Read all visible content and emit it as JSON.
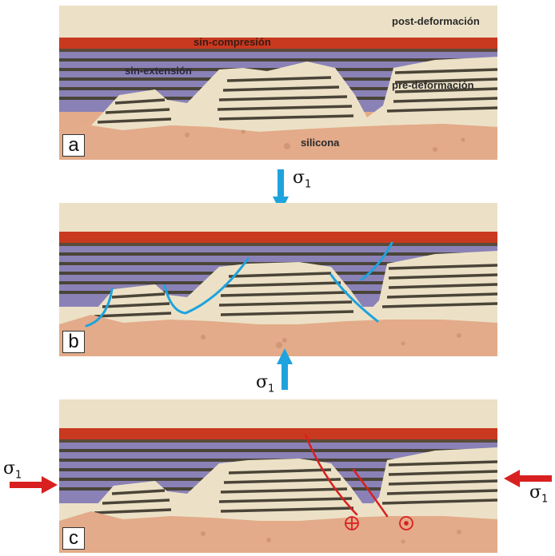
{
  "panels": {
    "a": {
      "letter": "a",
      "labels": {
        "post": "post-deformación",
        "sin_compresion": "sin-compresión",
        "sin_extension": "sin-extensión",
        "pre": "pre-deformación",
        "silicona": "silicona"
      }
    },
    "b": {
      "letter": "b"
    },
    "c": {
      "letter": "c"
    }
  },
  "stress": {
    "sigma_symbol": "σ",
    "sigma_subscript": "1"
  },
  "colors": {
    "sand": "#ece1c6",
    "red_layer": "#c8391f",
    "purple_layer": "#8a82b6",
    "dark_layer": "#4a4438",
    "silicone": "#e3ab8a",
    "blue_fault": "#1ea3dd",
    "red_fault": "#d92020"
  }
}
